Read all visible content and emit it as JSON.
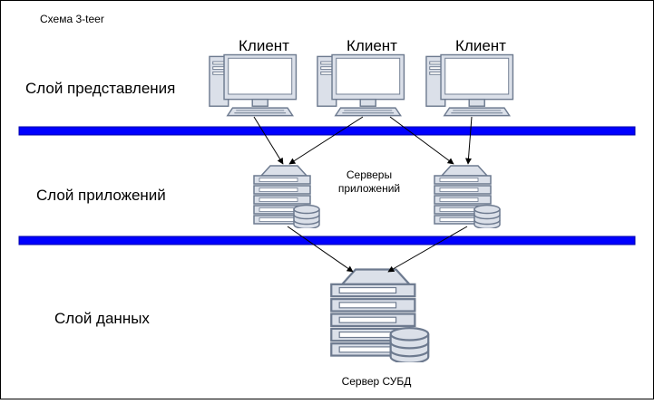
{
  "diagram": {
    "title": "Схема 3-teer",
    "layers": {
      "presentation": "Слой представления",
      "application": "Слой приложений",
      "data": "Слой данных"
    },
    "clients": [
      "Клиент",
      "Клиент",
      "Клиент"
    ],
    "app_servers_label_line1": "Серверы",
    "app_servers_label_line2": "приложений",
    "db_server_label": "Сервер СУБД",
    "colors": {
      "bus": "#0000ff",
      "bus_stroke": "#0000aa",
      "device_fill": "#dbe0e9",
      "device_stroke": "#6d7a8f",
      "screen": "#ffffff",
      "arrow": "#000000"
    },
    "icons": {
      "client": "desktop-computer-icon",
      "app_server": "server-rack-icon",
      "db_server": "database-server-icon"
    }
  }
}
